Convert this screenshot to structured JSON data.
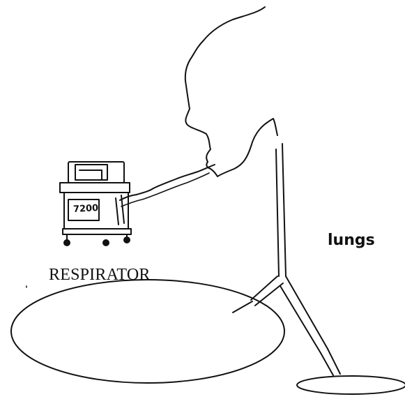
{
  "diagram": {
    "labels": {
      "respirator": "RESPIRATOR",
      "lungs": "lungs",
      "machine_model": "7200"
    },
    "icons": {
      "respirator_machine": "respirator-machine-icon",
      "head_profile": "head-profile-icon"
    },
    "colors": {
      "line": "#111111",
      "background": "#ffffff"
    }
  }
}
